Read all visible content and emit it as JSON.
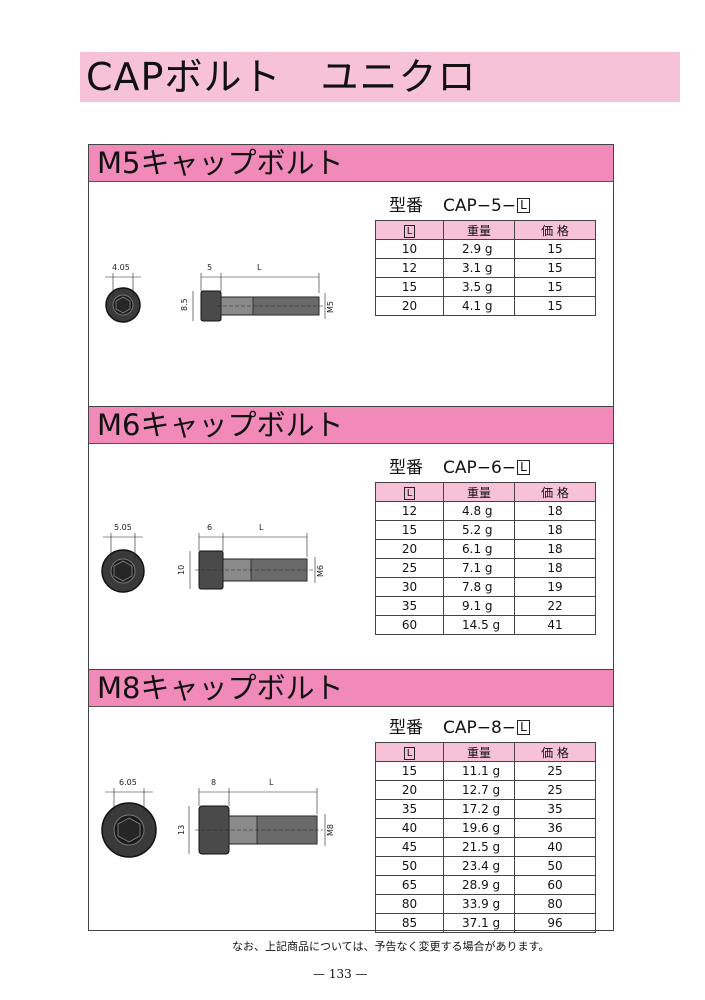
{
  "page": {
    "title": "CAPボルト　ユニクロ",
    "note": "なお、上記商品については、予告なく変更する場合があります。",
    "page_number": "— 133 —"
  },
  "table_headers": {
    "length_label": "L",
    "weight": "重量",
    "price": "価 格"
  },
  "sections": [
    {
      "title": "M5キャップボルト",
      "model_prefix": "型番",
      "model_code": "CAP−5−",
      "model_suffix": "L",
      "drawing": {
        "head_dia": "4.05",
        "head_len": "5",
        "length": "L",
        "side": "8.5",
        "thread": "M5"
      },
      "rows": [
        {
          "l": "10",
          "weight": "2.9 g",
          "price": "15"
        },
        {
          "l": "12",
          "weight": "3.1 g",
          "price": "15"
        },
        {
          "l": "15",
          "weight": "3.5 g",
          "price": "15"
        },
        {
          "l": "20",
          "weight": "4.1 g",
          "price": "15"
        }
      ]
    },
    {
      "title": "M6キャップボルト",
      "model_prefix": "型番",
      "model_code": "CAP−6−",
      "model_suffix": "L",
      "drawing": {
        "head_dia": "5.05",
        "head_len": "6",
        "length": "L",
        "side": "10",
        "thread": "M6"
      },
      "rows": [
        {
          "l": "12",
          "weight": "4.8 g",
          "price": "18"
        },
        {
          "l": "15",
          "weight": "5.2 g",
          "price": "18"
        },
        {
          "l": "20",
          "weight": "6.1 g",
          "price": "18"
        },
        {
          "l": "25",
          "weight": "7.1 g",
          "price": "18"
        },
        {
          "l": "30",
          "weight": "7.8 g",
          "price": "19"
        },
        {
          "l": "35",
          "weight": "9.1 g",
          "price": "22"
        },
        {
          "l": "60",
          "weight": "14.5 g",
          "price": "41"
        }
      ]
    },
    {
      "title": "M8キャップボルト",
      "model_prefix": "型番",
      "model_code": "CAP−8−",
      "model_suffix": "L",
      "drawing": {
        "head_dia": "6.05",
        "head_len": "8",
        "length": "L",
        "side": "13",
        "thread": "M8"
      },
      "rows": [
        {
          "l": "15",
          "weight": "11.1 g",
          "price": "25"
        },
        {
          "l": "20",
          "weight": "12.7 g",
          "price": "25"
        },
        {
          "l": "35",
          "weight": "17.2 g",
          "price": "35"
        },
        {
          "l": "40",
          "weight": "19.6 g",
          "price": "36"
        },
        {
          "l": "45",
          "weight": "21.5 g",
          "price": "40"
        },
        {
          "l": "50",
          "weight": "23.4 g",
          "price": "50"
        },
        {
          "l": "65",
          "weight": "28.9 g",
          "price": "60"
        },
        {
          "l": "80",
          "weight": "33.9 g",
          "price": "80"
        },
        {
          "l": "85",
          "weight": "37.1 g",
          "price": "96"
        }
      ]
    }
  ]
}
